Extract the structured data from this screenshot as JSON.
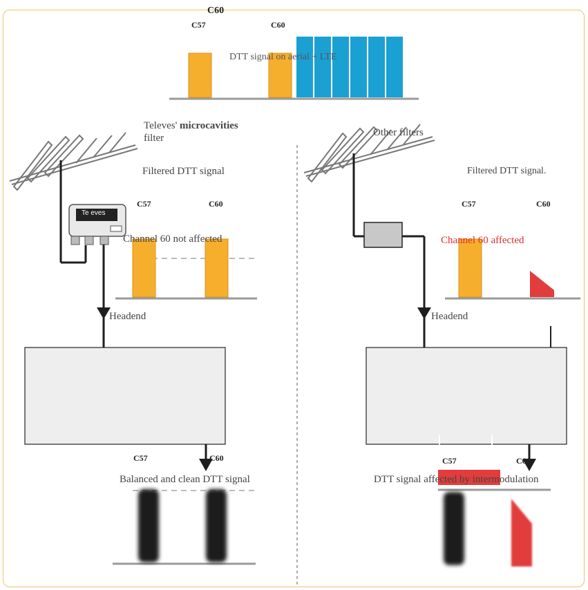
{
  "colors": {
    "orange": "#f6ae2d",
    "blue": "#1ba0d4",
    "red": "#e23c3c",
    "black": "#1e1e1e",
    "gray_bar": "#9a9a9a",
    "frame": "#f2c169"
  },
  "top": {
    "channel_header": "C60",
    "c57": "C57",
    "c60": "C60",
    "signal_label": "DTT signal on aerial + LTE"
  },
  "left": {
    "filter_label_prefix": "Televes'",
    "filter_label_bold": "microcavities",
    "filter_label_suffix": "filter",
    "filtered_label": "Filtered DTT signal",
    "c57": "C57",
    "c60": "C60",
    "device_brand": "Te eves",
    "not_affected": "Channel 60 not affected",
    "headend": "Headend",
    "out_c57": "C57",
    "out_c60": "C60",
    "balanced": "Balanced and clean DTT signal"
  },
  "right": {
    "filter_label": "Other filters",
    "filtered_label": "Filtered DTT signal.",
    "c57": "C57",
    "c60": "C60",
    "affected": "Channel 60 affected",
    "headend": "Headend",
    "out_c57": "C57",
    "out_c60": "C60",
    "intermod": "DTT signal affected by intermodulation"
  }
}
